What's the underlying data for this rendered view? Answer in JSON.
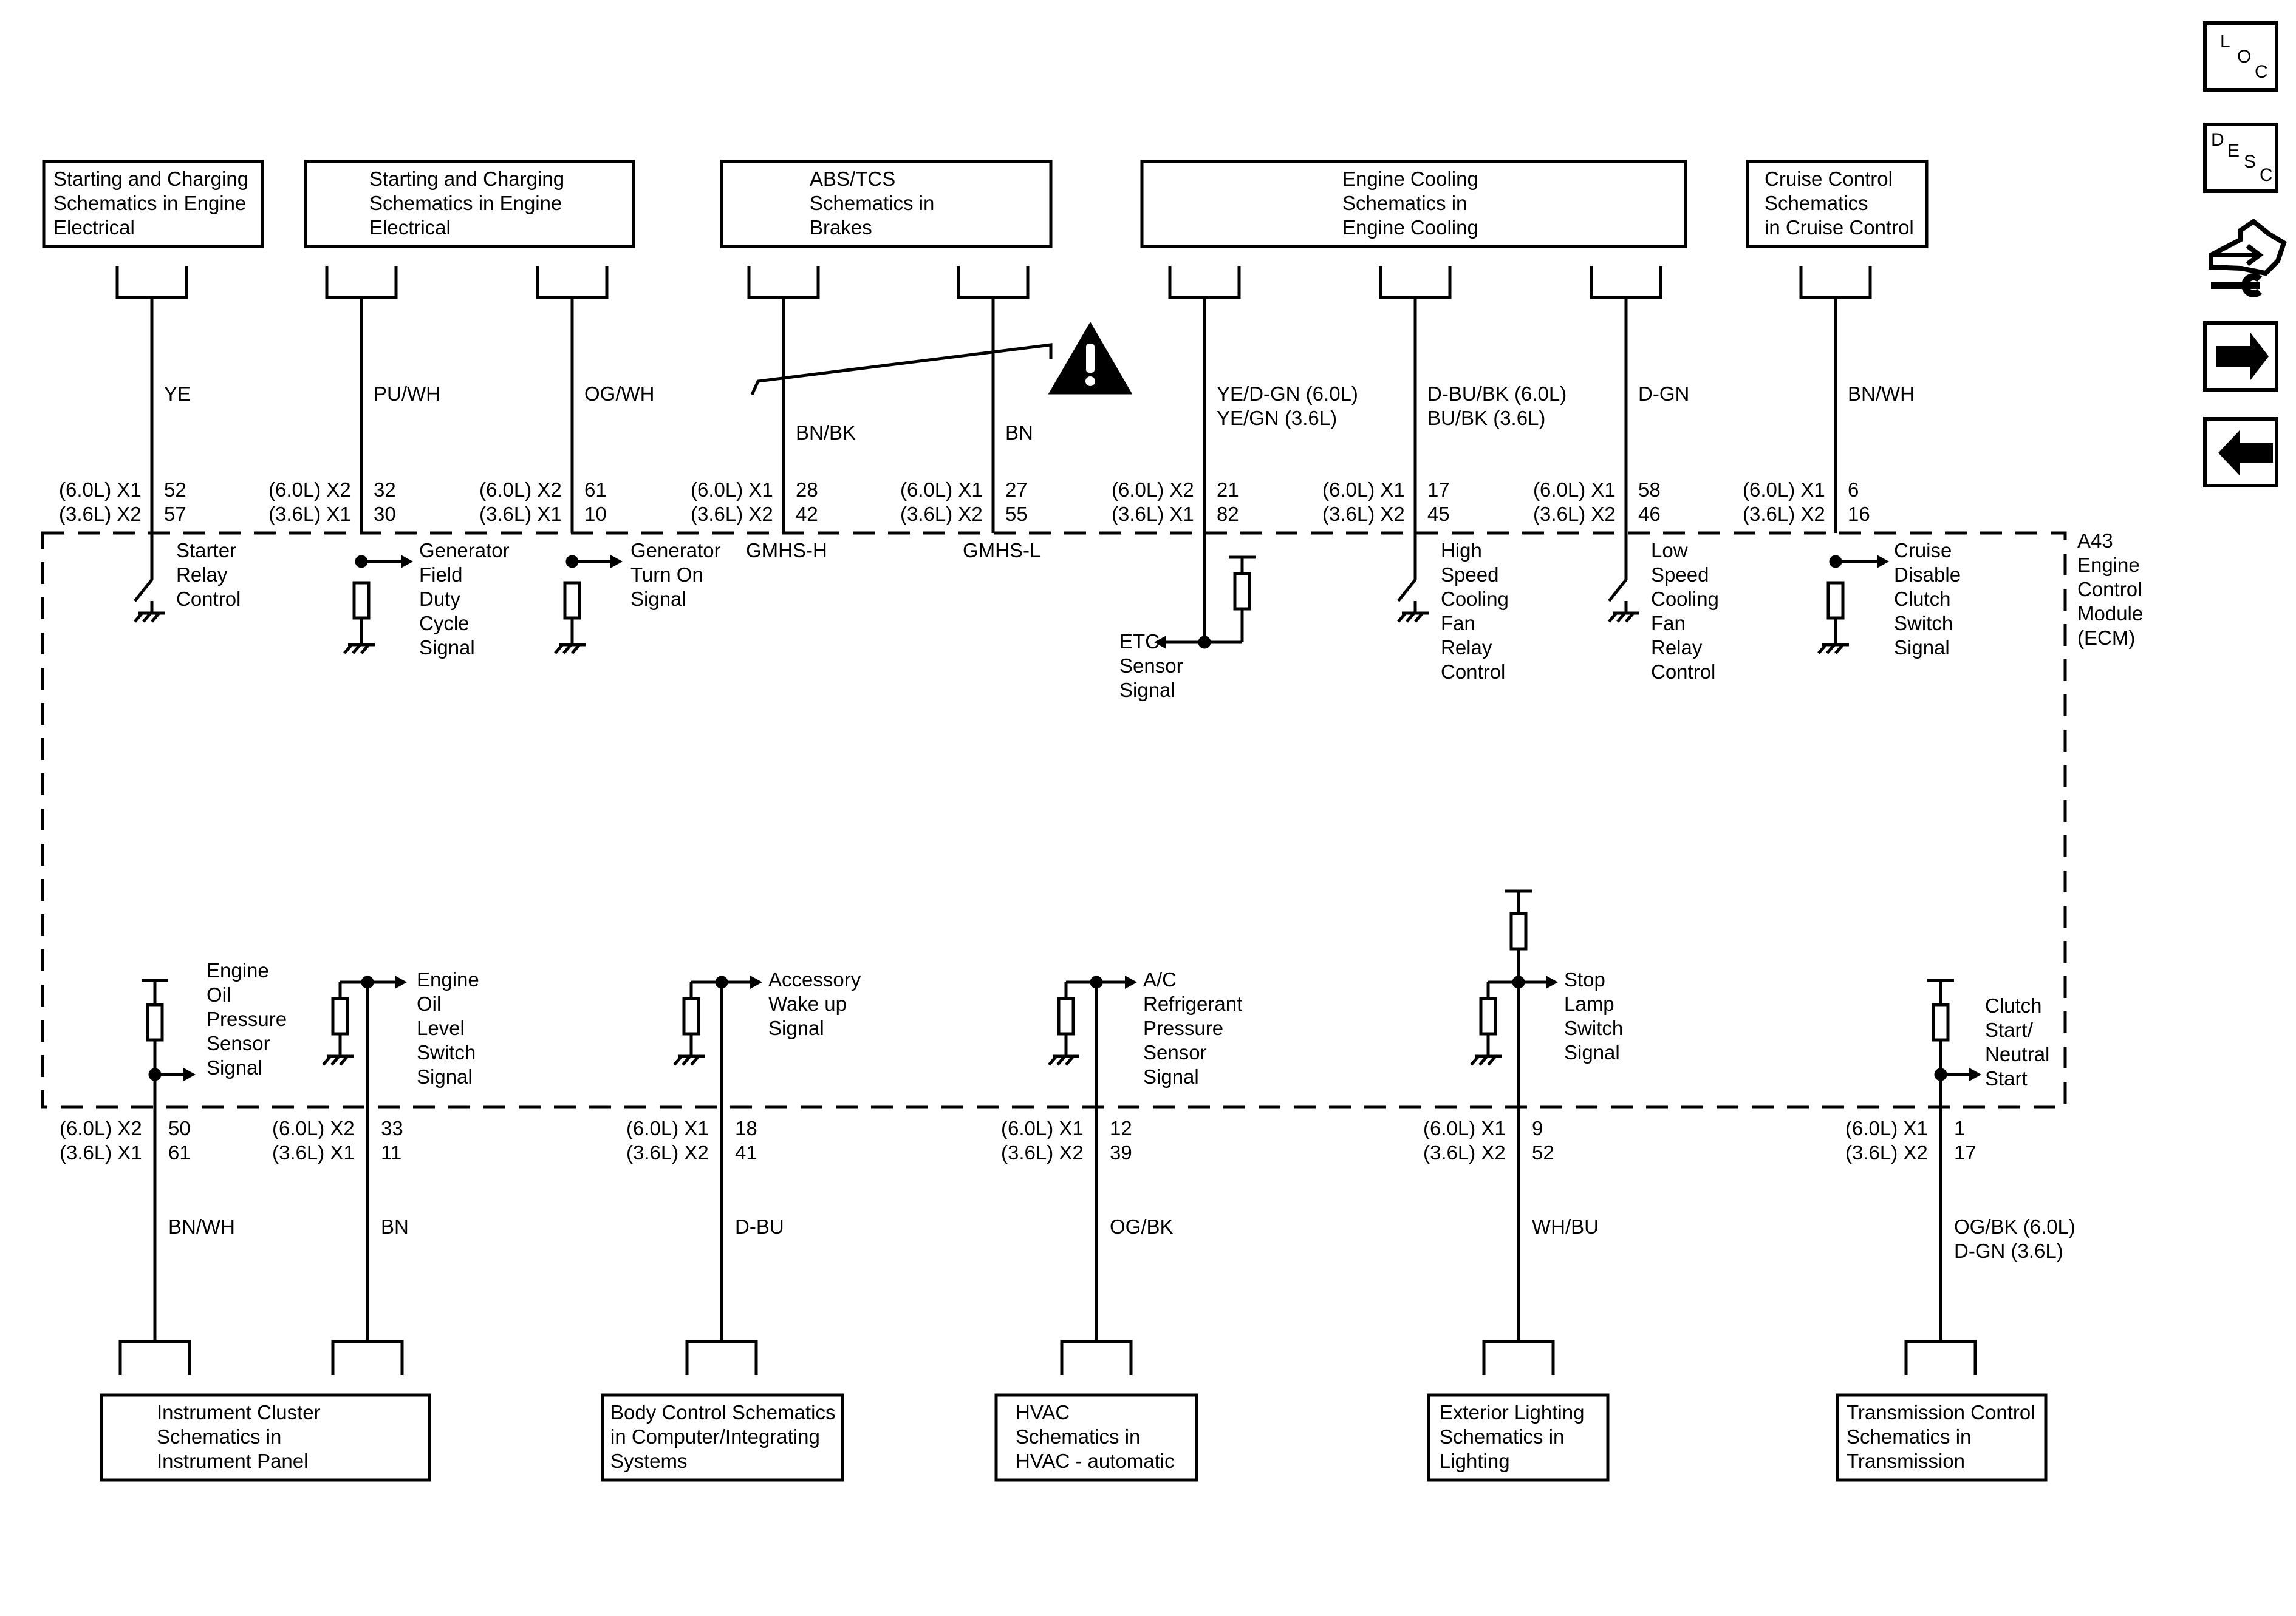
{
  "module_label": [
    "A43",
    "Engine",
    "Control",
    "Module",
    "(ECM)"
  ],
  "nav": {
    "loc": [
      "L",
      "O",
      "C"
    ],
    "desc": [
      "D",
      "E",
      "S",
      "C"
    ],
    "icons": [
      "connector-tool-icon",
      "arrow-right-icon",
      "arrow-left-icon"
    ]
  },
  "top_boxes": [
    {
      "lines": [
        "Starting and Charging",
        "Schematics in Engine",
        "Electrical"
      ]
    },
    {
      "lines": [
        "Starting and Charging",
        "Schematics in Engine",
        "Electrical"
      ]
    },
    {
      "lines": [
        "ABS/TCS",
        "Schematics in",
        "Brakes"
      ]
    },
    {
      "lines": [
        "Engine Cooling",
        "Schematics in",
        "Engine Cooling"
      ]
    },
    {
      "lines": [
        "Cruise Control",
        "Schematics",
        "in Cruise Control"
      ]
    }
  ],
  "top_circuits": [
    {
      "wire": [
        "YE"
      ],
      "pin_left": [
        "(6.0L) X1",
        "(3.6L) X2"
      ],
      "pin_right": [
        "52",
        "57"
      ],
      "label": [
        "Starter",
        "Relay",
        "Control"
      ]
    },
    {
      "wire": [
        "PU/WH"
      ],
      "pin_left": [
        "(6.0L) X2",
        "(3.6L) X1"
      ],
      "pin_right": [
        "32",
        "30"
      ],
      "label": [
        "Generator",
        "Field",
        "Duty",
        "Cycle",
        "Signal"
      ]
    },
    {
      "wire": [
        "OG/WH"
      ],
      "pin_left": [
        "(6.0L) X2",
        "(3.6L) X1"
      ],
      "pin_right": [
        "61",
        "10"
      ],
      "label": [
        "Generator",
        "Turn On",
        "Signal"
      ]
    },
    {
      "wire": [
        "BN/BK"
      ],
      "pin_left": [
        "(6.0L) X1",
        "(3.6L) X2"
      ],
      "pin_right": [
        "28",
        "42"
      ],
      "label": [
        "GMHS-H"
      ]
    },
    {
      "wire": [
        "BN"
      ],
      "pin_left": [
        "(6.0L) X1",
        "(3.6L) X2"
      ],
      "pin_right": [
        "27",
        "55"
      ],
      "label": [
        "GMHS-L"
      ]
    },
    {
      "wire": [
        "YE/D-GN (6.0L)",
        "YE/GN (3.6L)"
      ],
      "pin_left": [
        "(6.0L) X2",
        "(3.6L) X1"
      ],
      "pin_right": [
        "21",
        "82"
      ],
      "label": [
        "ETC",
        "Sensor",
        "Signal"
      ]
    },
    {
      "wire": [
        "D-BU/BK (6.0L)",
        "BU/BK (3.6L)"
      ],
      "pin_left": [
        "(6.0L) X1",
        "(3.6L) X2"
      ],
      "pin_right": [
        "17",
        "45"
      ],
      "label": [
        "High",
        "Speed",
        "Cooling",
        "Fan",
        "Relay",
        "Control"
      ]
    },
    {
      "wire": [
        "D-GN"
      ],
      "pin_left": [
        "(6.0L) X1",
        "(3.6L) X2"
      ],
      "pin_right": [
        "58",
        "46"
      ],
      "label": [
        "Low",
        "Speed",
        "Cooling",
        "Fan",
        "Relay",
        "Control"
      ]
    },
    {
      "wire": [
        "BN/WH"
      ],
      "pin_left": [
        "(6.0L) X1",
        "(3.6L) X2"
      ],
      "pin_right": [
        "6",
        "16"
      ],
      "label": [
        "Cruise",
        "Disable",
        "Clutch",
        "Switch",
        "Signal"
      ]
    }
  ],
  "bottom_circuits": [
    {
      "wire": [
        "BN/WH"
      ],
      "pin_left": [
        "(6.0L) X2",
        "(3.6L) X1"
      ],
      "pin_right": [
        "50",
        "61"
      ],
      "label": [
        "Engine",
        "Oil",
        "Pressure",
        "Sensor",
        "Signal"
      ]
    },
    {
      "wire": [
        "BN"
      ],
      "pin_left": [
        "(6.0L) X2",
        "(3.6L) X1"
      ],
      "pin_right": [
        "33",
        "11"
      ],
      "label": [
        "Engine",
        "Oil",
        "Level",
        "Switch",
        "Signal"
      ]
    },
    {
      "wire": [
        "D-BU"
      ],
      "pin_left": [
        "(6.0L) X1",
        "(3.6L) X2"
      ],
      "pin_right": [
        "18",
        "41"
      ],
      "label": [
        "Accessory",
        "Wake up",
        "Signal"
      ]
    },
    {
      "wire": [
        "OG/BK"
      ],
      "pin_left": [
        "(6.0L) X1",
        "(3.6L) X2"
      ],
      "pin_right": [
        "12",
        "39"
      ],
      "label": [
        "A/C",
        "Refrigerant",
        "Pressure",
        "Sensor",
        "Signal"
      ]
    },
    {
      "wire": [
        "WH/BU"
      ],
      "pin_left": [
        "(6.0L) X1",
        "(3.6L) X2"
      ],
      "pin_right": [
        "9",
        "52"
      ],
      "label": [
        "Stop",
        "Lamp",
        "Switch",
        "Signal"
      ]
    },
    {
      "wire": [
        "OG/BK (6.0L)",
        "D-GN (3.6L)"
      ],
      "pin_left": [
        "(6.0L) X1",
        "(3.6L) X2"
      ],
      "pin_right": [
        "1",
        "17"
      ],
      "label": [
        "Clutch",
        "Start/",
        "Neutral",
        "Start"
      ]
    }
  ],
  "bottom_boxes": [
    {
      "lines": [
        "Instrument Cluster",
        "Schematics in",
        "Instrument Panel"
      ]
    },
    {
      "lines": [
        "Body Control Schematics",
        "in Computer/Integrating",
        "Systems"
      ]
    },
    {
      "lines": [
        "HVAC",
        "Schematics in",
        "HVAC - automatic"
      ]
    },
    {
      "lines": [
        "Exterior Lighting",
        "Schematics in",
        "Lighting"
      ]
    },
    {
      "lines": [
        "Transmission Control",
        "Schematics in",
        "Transmission"
      ]
    }
  ]
}
